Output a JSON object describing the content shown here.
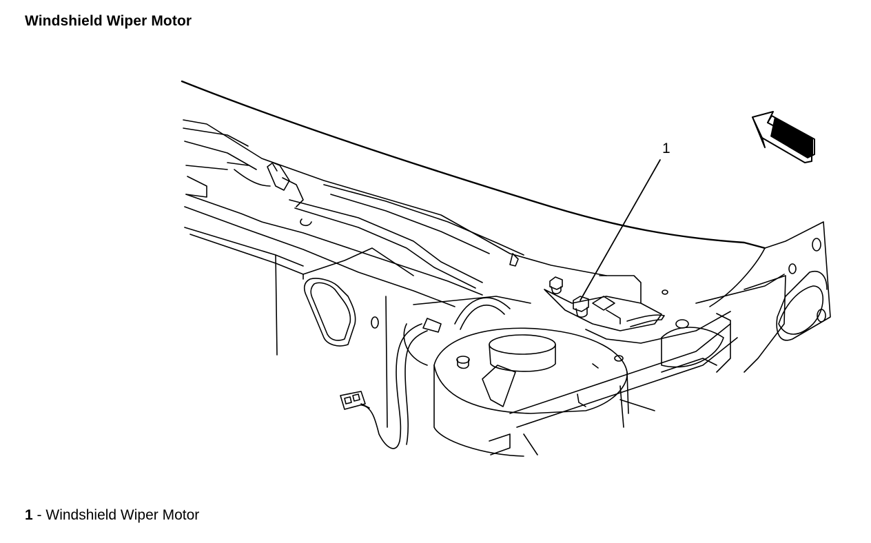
{
  "title": "Windshield Wiper Motor",
  "callouts": [
    {
      "number": "1"
    }
  ],
  "legend": [
    {
      "number": "1",
      "separator": "-",
      "label": "Windshield Wiper Motor"
    }
  ],
  "colors": {
    "line": "#000000",
    "background": "#ffffff"
  },
  "icons": {
    "direction_arrow": "forward-arrow-icon"
  }
}
